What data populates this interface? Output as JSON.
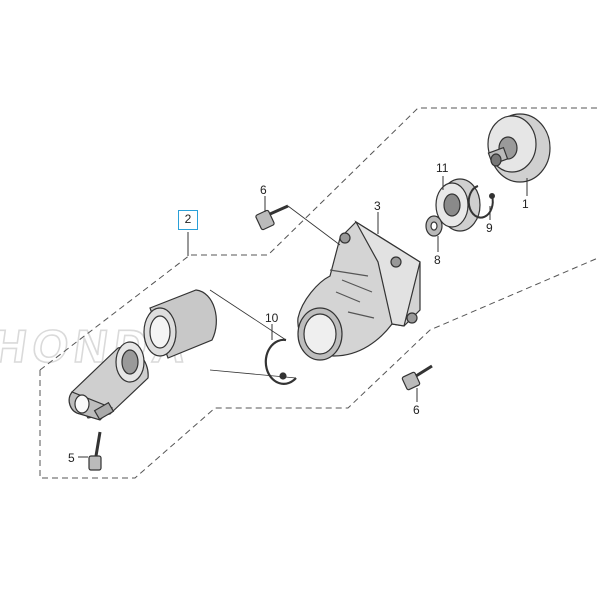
{
  "watermark": "HONDA",
  "colors": {
    "line": "#333333",
    "part_fill": "#d8d8d8",
    "part_dark": "#8a8a8a",
    "dash": "#555555",
    "highlight_box": "#2aa0d8"
  },
  "callouts": {
    "c1": "1",
    "c2": "2",
    "c3": "3",
    "c5": "5",
    "c6a": "6",
    "c6b": "6",
    "c8": "8",
    "c9": "9",
    "c10": "10",
    "c11": "11"
  }
}
